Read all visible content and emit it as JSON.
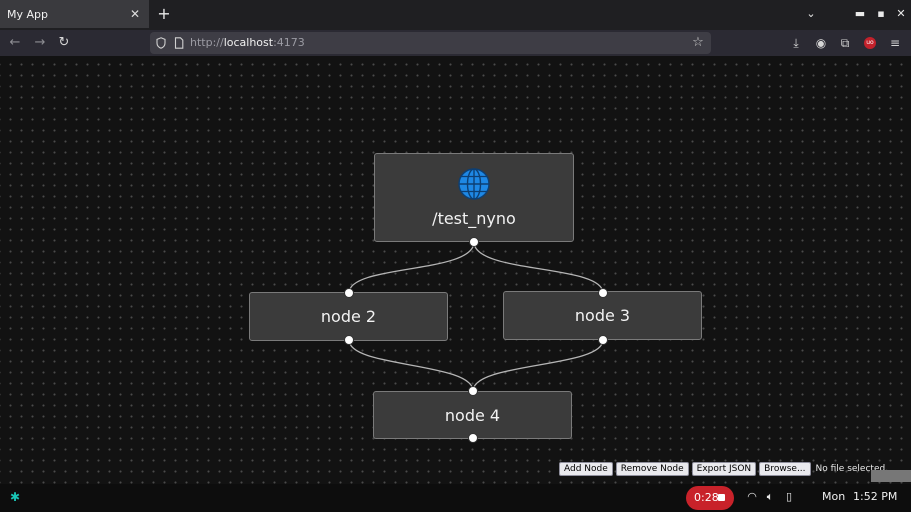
{
  "browser": {
    "tab_title": "My App",
    "url_prefix": "http://",
    "url_host": "localhost",
    "url_suffix": ":4173"
  },
  "flow": {
    "nodes": [
      {
        "id": "root",
        "label": "/test_nyno",
        "icon": "globe-icon"
      },
      {
        "id": "n2",
        "label": "node 2"
      },
      {
        "id": "n3",
        "label": "node 3"
      },
      {
        "id": "n4",
        "label": "node 4"
      }
    ],
    "edges": [
      {
        "from": "root",
        "to": "n2"
      },
      {
        "from": "root",
        "to": "n3"
      },
      {
        "from": "n2",
        "to": "n4"
      },
      {
        "from": "n3",
        "to": "n4"
      }
    ]
  },
  "controls": {
    "add_node": "Add Node",
    "remove_node": "Remove Node",
    "export_json": "Export JSON",
    "browse": "Browse...",
    "file_status": "No file selected."
  },
  "shelf": {
    "recording_time": "0:28",
    "day": "Mon",
    "time": "1:52 PM"
  },
  "colors": {
    "recording": "#c8222a",
    "launcher": "#19c3b4",
    "globe": "#1e88e5"
  }
}
